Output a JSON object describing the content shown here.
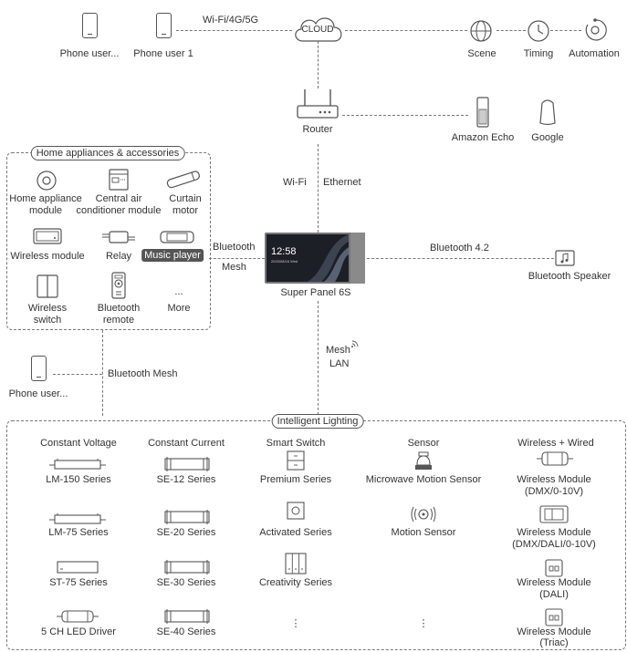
{
  "top": {
    "phone_user_a": "Phone user...",
    "phone_user_1": "Phone user 1",
    "wifi_link": "Wi-Fi/4G/5G",
    "cloud": "CLOUD",
    "scene": "Scene",
    "timing": "Timing",
    "automation": "Automation",
    "router": "Router",
    "amazon_echo": "Amazon Echo",
    "google": "Google",
    "wifi": "Wi-Fi",
    "ethernet": "Ethernet"
  },
  "home_group": {
    "title": "Home appliances & accessories",
    "items": {
      "home_appliance": [
        "Home appliance",
        "module"
      ],
      "central_air": [
        "Central air",
        "conditioner module"
      ],
      "curtain": [
        "Curtain",
        "motor"
      ],
      "wireless_module": "Wireless module",
      "relay": "Relay",
      "music_player": "Music player",
      "wireless_switch": [
        "Wireless",
        "switch"
      ],
      "bt_remote": [
        "Bluetooth",
        "remote"
      ],
      "more": [
        "...",
        "More"
      ]
    }
  },
  "center": {
    "panel_name": "Super Panel 6S",
    "panel_time": "12:58",
    "panel_date": "2023/08/16 Wed",
    "bt_mesh_link": [
      "Bluetooth",
      "Mesh"
    ],
    "bt42": "Bluetooth 4.2",
    "bt_speaker": "Bluetooth Speaker",
    "mesh": "Mesh",
    "lan": "LAN",
    "phone_user_b": "Phone user...",
    "bt_mesh": "Bluetooth Mesh"
  },
  "lighting": {
    "title": "Intelligent Lighting",
    "columns": [
      {
        "header": "Constant Voltage",
        "items": [
          "LM-150 Series",
          "LM-75 Series",
          "ST-75 Series",
          "5 CH LED Driver"
        ]
      },
      {
        "header": "Constant Current",
        "items": [
          "SE-12 Series",
          "SE-20 Series",
          "SE-30 Series",
          "SE-40 Series"
        ]
      },
      {
        "header": "Smart Switch",
        "items": [
          "Premium Series",
          "Activated Series",
          "Creativity Series",
          "⋮"
        ]
      },
      {
        "header": "Sensor",
        "items": [
          "Microwave Motion Sensor",
          "Motion Sensor",
          "",
          "⋮"
        ]
      },
      {
        "header": "Wireless + Wired",
        "items": [
          [
            "Wireless Module",
            "(DMX/0-10V)"
          ],
          [
            "Wireless Module",
            "(DMX/DALI/0-10V)"
          ],
          [
            "Wireless Module",
            "(DALI)"
          ],
          [
            "Wireless Module",
            "(Triac)"
          ]
        ]
      }
    ]
  }
}
